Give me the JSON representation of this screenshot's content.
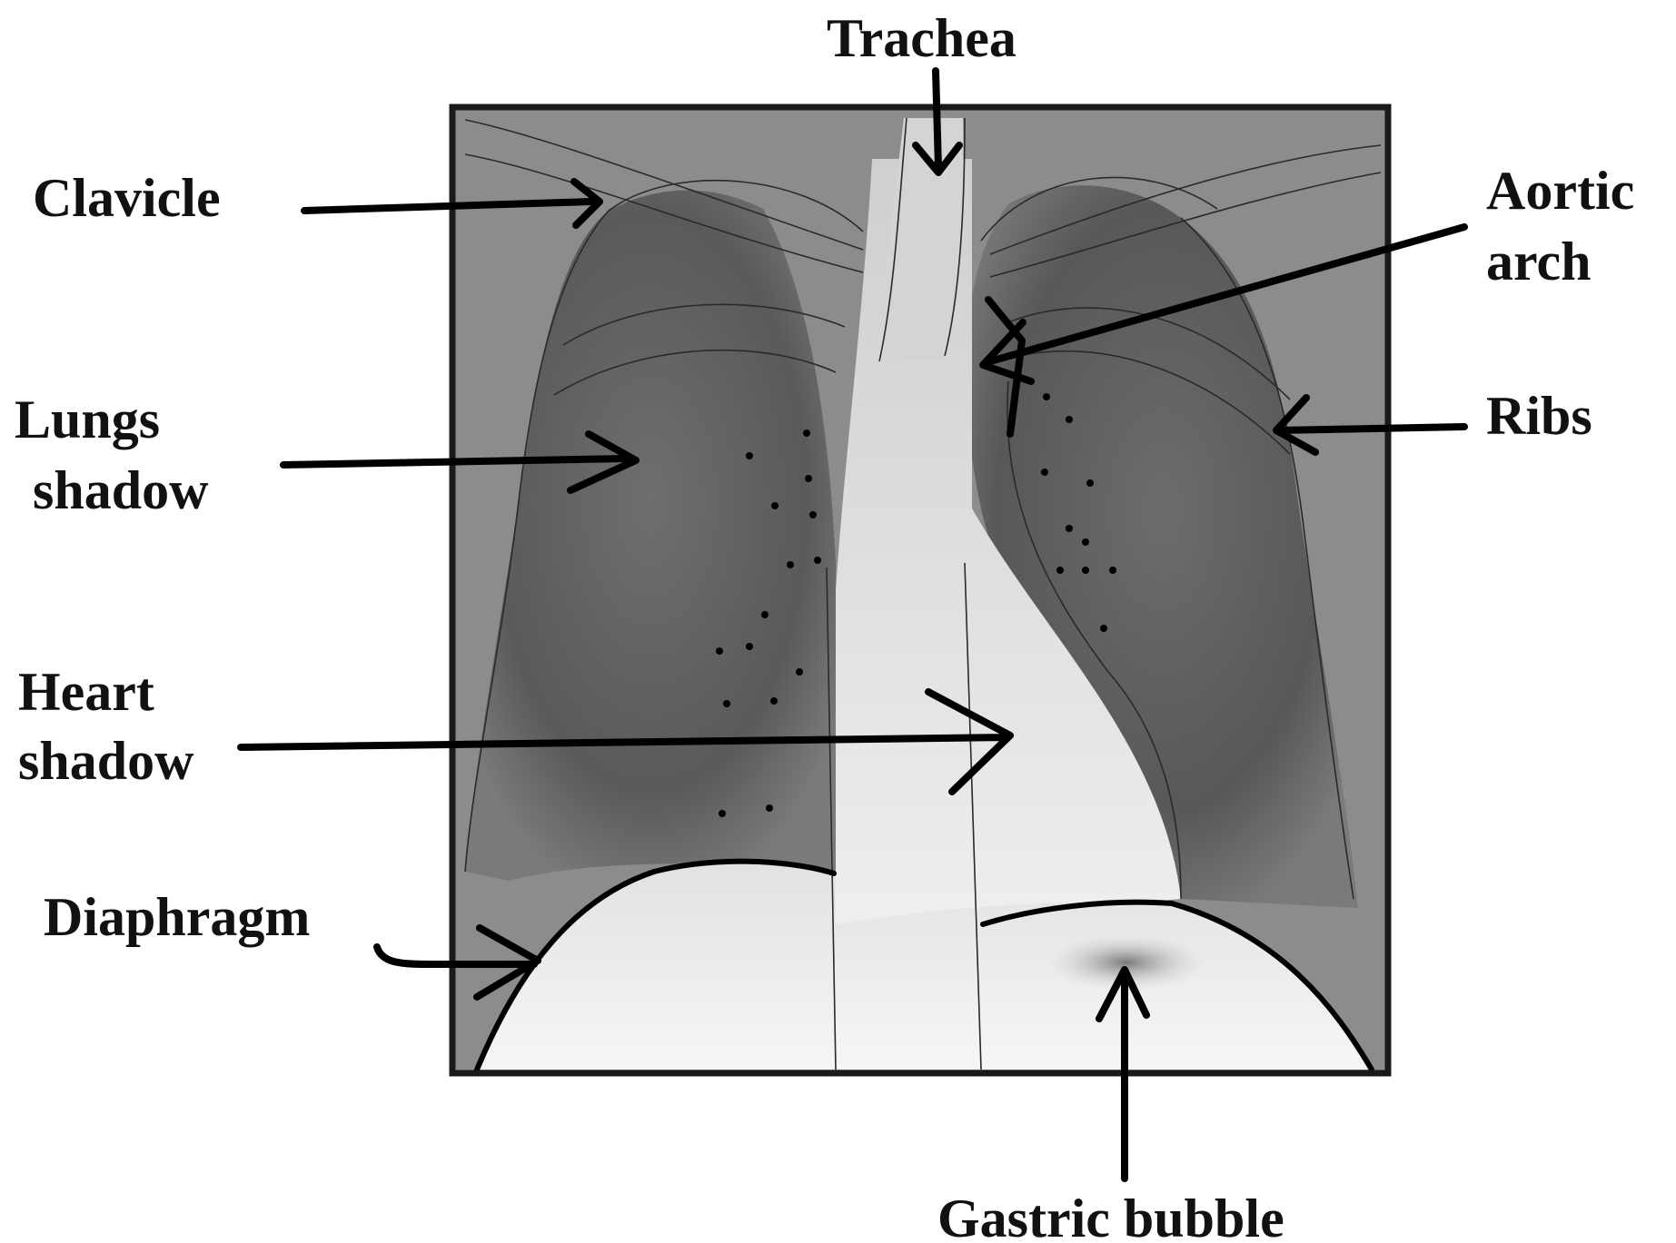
{
  "labels": {
    "trachea": "Trachea",
    "clavicle": "Clavicle",
    "aortic_arch_line1": "Aortic",
    "aortic_arch_line2": "arch",
    "lungs_shadow_line1": "Lungs",
    "lungs_shadow_line2": "shadow",
    "ribs": "Ribs",
    "heart_shadow_line1": "Heart",
    "heart_shadow_line2": "shadow",
    "diaphragm": "Diaphragm",
    "gastric_bubble": "Gastric bubble"
  },
  "colors": {
    "frame": "#1a1a1a",
    "label_text": "#111111",
    "arrow": "#000000",
    "xray_dark": "#4a4a4a",
    "xray_light": "#e6e6e6"
  }
}
